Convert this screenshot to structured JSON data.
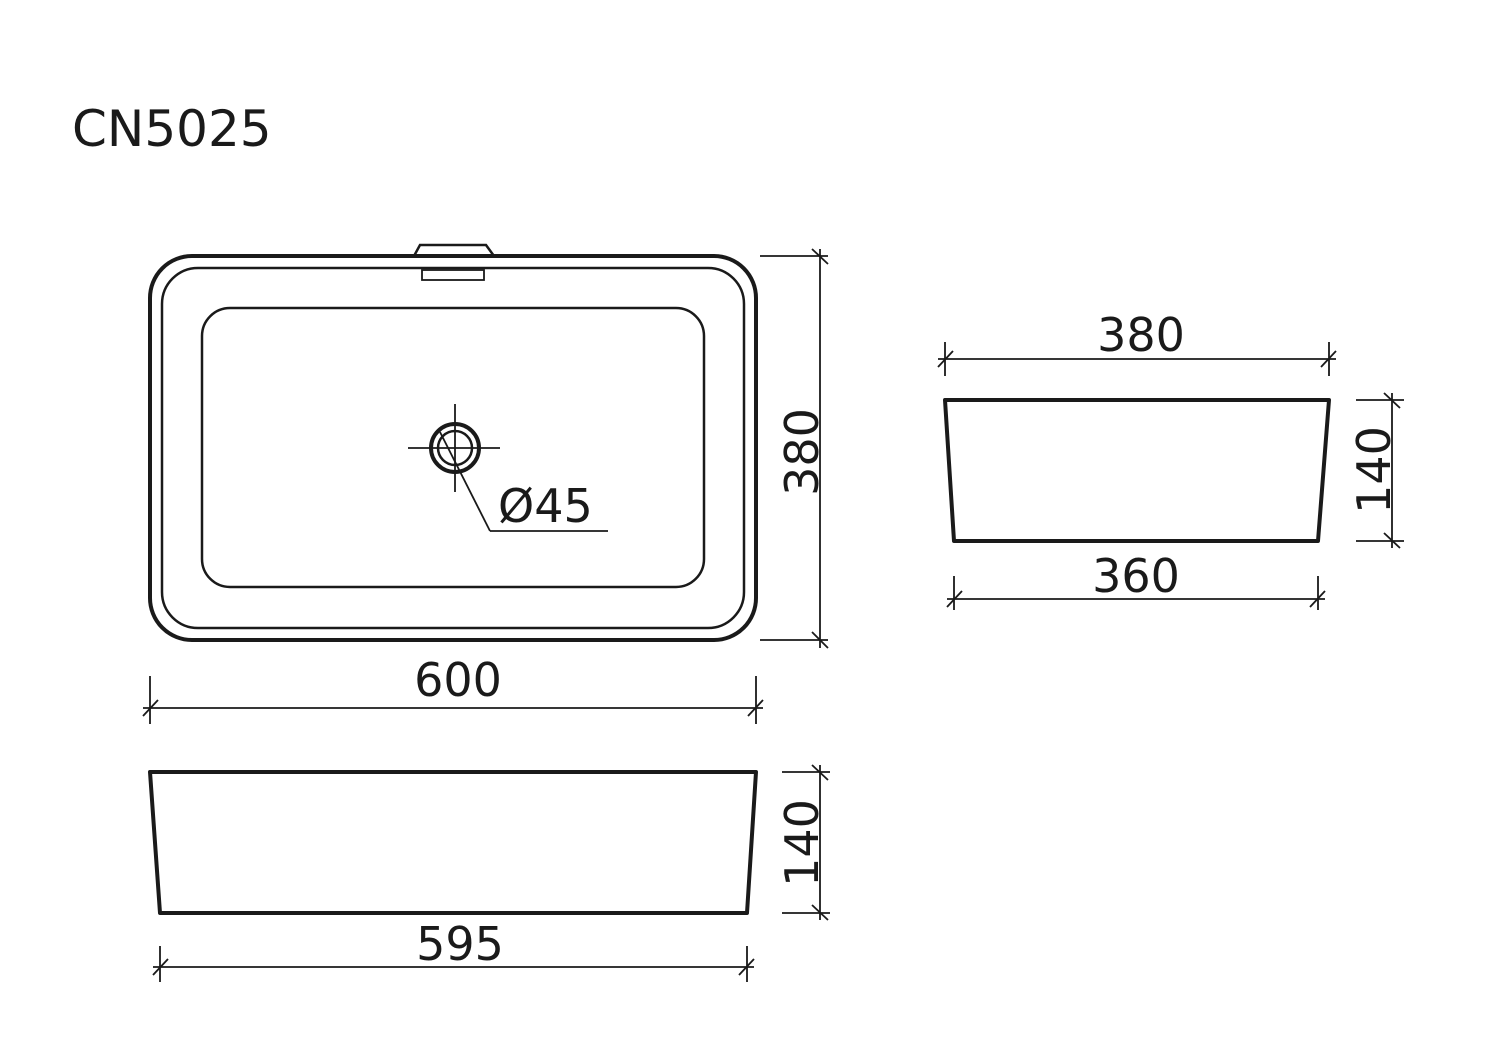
{
  "title": "CN5025",
  "top_view": {
    "width_label": "600",
    "depth_label": "380",
    "drain_label": "Ø45"
  },
  "front_view": {
    "top_width_label": "600",
    "bottom_width_label": "595",
    "height_label": "140"
  },
  "side_view": {
    "top_width_label": "380",
    "bottom_width_label": "360",
    "height_label": "140"
  }
}
